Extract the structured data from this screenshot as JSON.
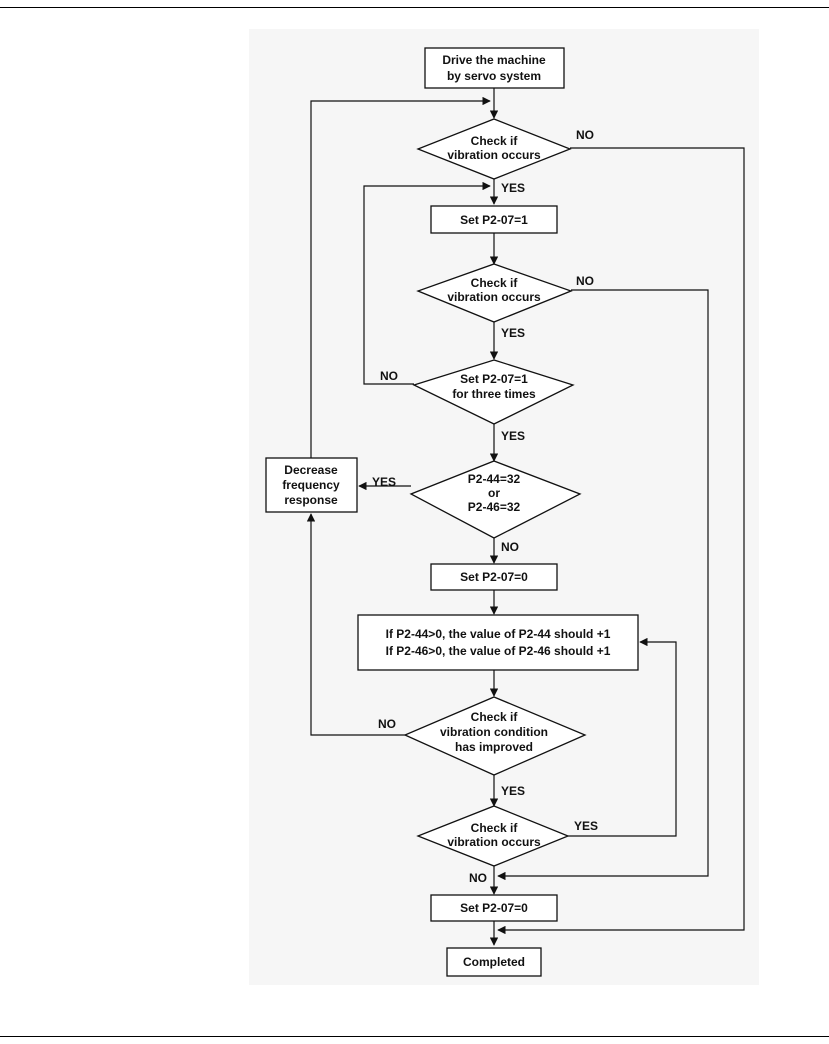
{
  "diagram": {
    "nodes": {
      "start": [
        "Drive the machine",
        "by servo system"
      ],
      "check1": [
        "Check if",
        "vibration occurs"
      ],
      "set1": [
        "Set P2-07=1"
      ],
      "check2": [
        "Check if",
        "vibration occurs"
      ],
      "check3": [
        "Set P2-07=1",
        "for three times"
      ],
      "check4": [
        "P2-44=32",
        "or",
        "P2-46=32"
      ],
      "decrease": [
        "Decrease",
        "frequency",
        "response"
      ],
      "set0a": [
        "Set P2-07=0"
      ],
      "adjust": [
        "If P2-44>0, the value of P2-44 should +1",
        "If P2-46>0, the value of P2-46 should +1"
      ],
      "check5": [
        "Check if",
        "vibration condition",
        "has improved"
      ],
      "check6": [
        "Check if",
        "vibration occurs"
      ],
      "set0b": [
        "Set P2-07=0"
      ],
      "completed": [
        "Completed"
      ]
    },
    "edge_labels": {
      "c1_no": "NO",
      "c1_yes": "YES",
      "c2_no": "NO",
      "c2_yes": "YES",
      "c3_no": "NO",
      "c3_yes": "YES",
      "c4_yes": "YES",
      "c4_no": "NO",
      "c5_no": "NO",
      "c5_yes": "YES",
      "c6_yes": "YES",
      "c6_no": "NO"
    }
  }
}
